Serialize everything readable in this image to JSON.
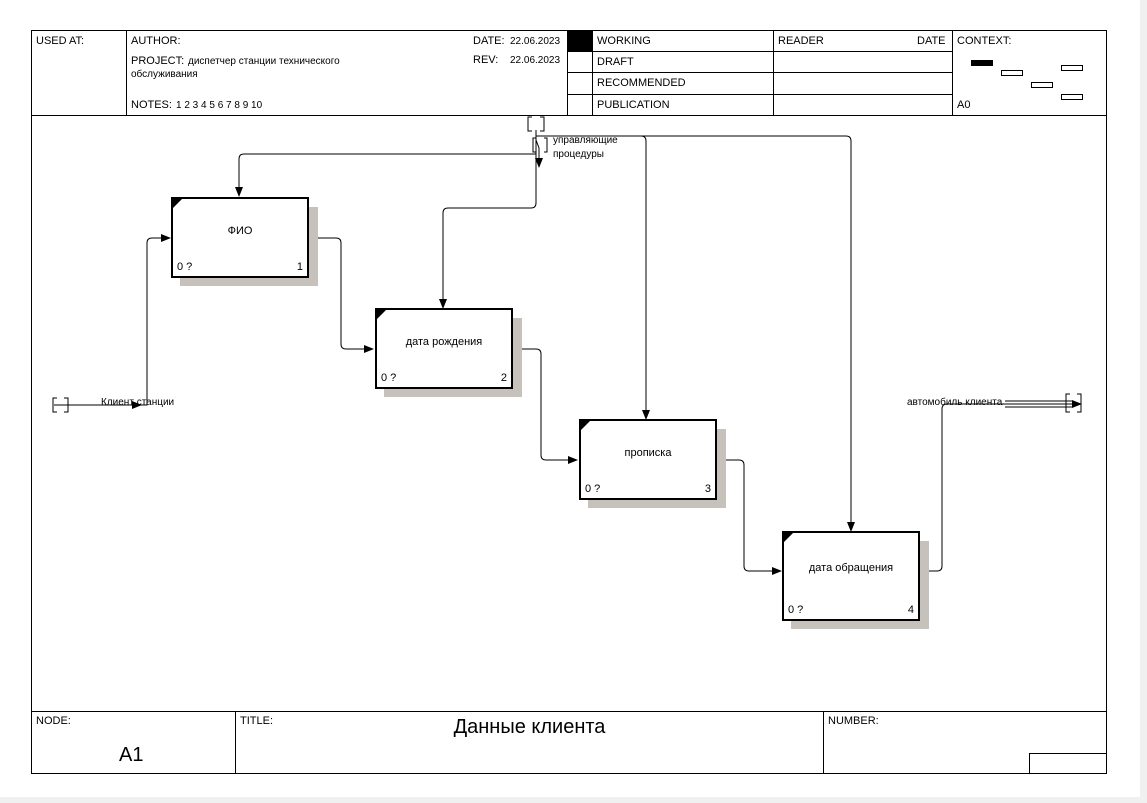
{
  "header": {
    "used_at_label": "USED AT:",
    "author_label": "AUTHOR:",
    "project_label": "PROJECT:",
    "project_value": "диспетчер станции технического обслуживания",
    "notes_label": "NOTES:",
    "notes_value": "1 2 3 4 5 6 7 8 9 10",
    "date_label": "DATE:",
    "date_value": "22.06.2023",
    "rev_label": "REV:",
    "rev_value": "22.06.2023",
    "status": [
      "WORKING",
      "DRAFT",
      "RECOMMENDED",
      "PUBLICATION"
    ],
    "reader_label": "READER",
    "reader_date_label": "DATE",
    "context_label": "CONTEXT:",
    "context_node": "A0"
  },
  "diagram": {
    "boxes": [
      {
        "label": "ФИО",
        "cost": "0 ?",
        "number": "1"
      },
      {
        "label": "дата рождения",
        "cost": "0 ?",
        "number": "2"
      },
      {
        "label": "прописка",
        "cost": "0 ?",
        "number": "3"
      },
      {
        "label": "дата обращения",
        "cost": "0 ?",
        "number": "4"
      }
    ],
    "arrows": {
      "control": "управляющие процедуры",
      "input": "Клиент станции",
      "output": "автомобиль клиента"
    }
  },
  "footer": {
    "node_label": "NODE:",
    "node_value": "A1",
    "title_label": "TITLE:",
    "title_value": "Данные клиента",
    "number_label": "NUMBER:"
  }
}
